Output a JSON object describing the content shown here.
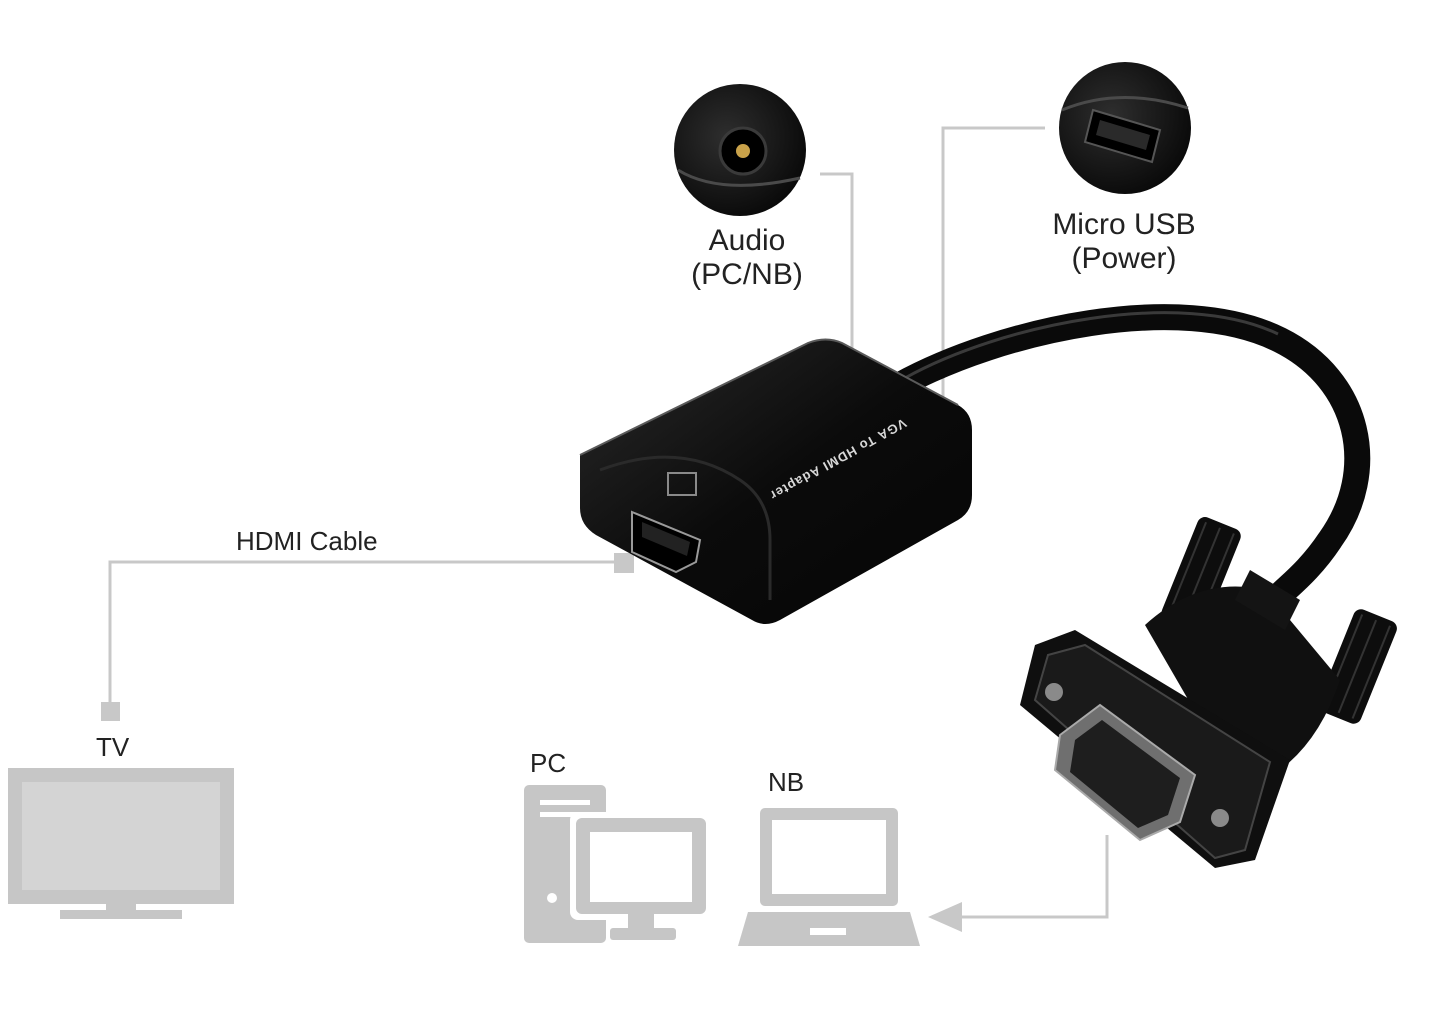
{
  "labels": {
    "audio_line1": "Audio",
    "audio_line2": "(PC/NB)",
    "usb_line1": "Micro USB",
    "usb_line2": "(Power)",
    "hdmi_cable": "HDMI Cable",
    "tv": "TV",
    "pc": "PC",
    "nb": "NB"
  },
  "adapter_text": "VGA To HDMI Adapter",
  "colors": {
    "leader_line": "#c8c8c8",
    "device_icon": "#c6c6c6",
    "adapter_body": "#0b0b0b",
    "text": "#222222"
  },
  "icons": {
    "audio": "audio-jack-closeup-icon",
    "usb": "micro-usb-port-closeup-icon",
    "tv": "tv-icon",
    "pc": "desktop-pc-icon",
    "nb": "laptop-icon"
  }
}
